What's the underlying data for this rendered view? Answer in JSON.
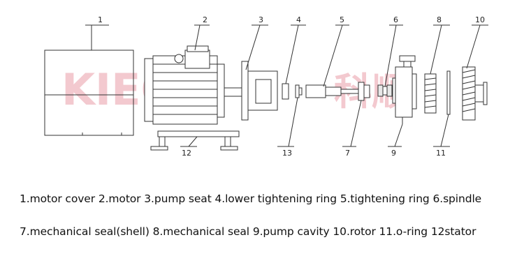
{
  "watermark": {
    "latin": "KIEON",
    "chinese": "科顺"
  },
  "labels": [
    "1",
    "2",
    "3",
    "4",
    "5",
    "6",
    "8",
    "10",
    "12",
    "13",
    "7",
    "9",
    "11"
  ],
  "captions": {
    "line1": "1.motor cover 2.motor 3.pump seat 4.lower tightening ring 5.tightening ring 6.spindle",
    "line2": "7.mechanical seal(shell) 8.mechanical seal  9.pump cavity 10.rotor 11.o-ring 12stator"
  }
}
